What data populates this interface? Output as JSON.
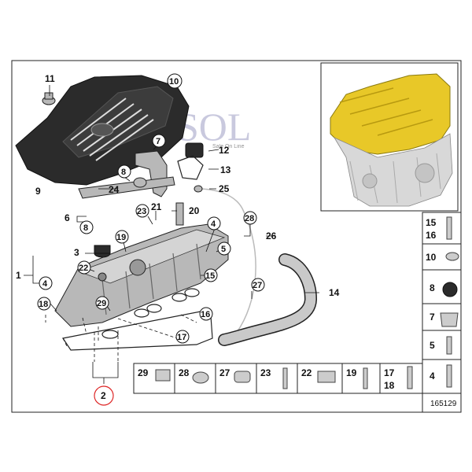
{
  "watermark": {
    "logo_text": "SOL",
    "subtitle": "Sale On Line"
  },
  "callouts": {
    "c11": "11",
    "c10": "10",
    "c7": "7",
    "c12": "12",
    "c13": "13",
    "c8": "8",
    "c24": "24",
    "c9": "9",
    "c25": "25",
    "c21": "21",
    "c23": "23",
    "c20": "20",
    "c6": "6",
    "c8b": "8",
    "c28": "28",
    "c26": "26",
    "c4": "4",
    "c19": "19",
    "c3": "3",
    "c5": "5",
    "c1": "1",
    "c4b": "4",
    "c15": "15",
    "c22": "22",
    "c27": "27",
    "c14": "14",
    "c18": "18",
    "c29": "29",
    "c16": "16",
    "c17": "17",
    "c2": "2"
  },
  "side_legend": [
    {
      "top": "15",
      "bottom": "16"
    },
    {
      "top": "10"
    },
    {
      "top": "8"
    },
    {
      "top": "7"
    },
    {
      "top": "5"
    },
    {
      "top": "4"
    }
  ],
  "bottom_legend": [
    {
      "top": "29"
    },
    {
      "top": "28"
    },
    {
      "top": "27"
    },
    {
      "top": "23"
    },
    {
      "top": "22"
    },
    {
      "top": "19"
    },
    {
      "top": "17",
      "bottom": "18"
    }
  ],
  "diagram_number": "165129"
}
